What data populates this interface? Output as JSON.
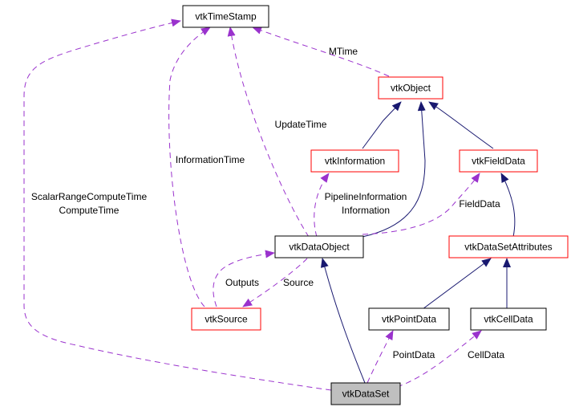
{
  "colors": {
    "internal_border": "#ff0000",
    "external_border": "#000000",
    "focus_fill": "#bfbfbf",
    "inherit_edge": "#191970",
    "usage_edge": "#9a32cd"
  },
  "nodes": {
    "timestamp": {
      "label": "vtkTimeStamp",
      "style": "external"
    },
    "object": {
      "label": "vtkObject",
      "style": "internal"
    },
    "information": {
      "label": "vtkInformation",
      "style": "internal"
    },
    "fielddata": {
      "label": "vtkFieldData",
      "style": "internal"
    },
    "dataobject": {
      "label": "vtkDataObject",
      "style": "external"
    },
    "dsattributes": {
      "label": "vtkDataSetAttributes",
      "style": "internal"
    },
    "source": {
      "label": "vtkSource",
      "style": "internal"
    },
    "pointdata": {
      "label": "vtkPointData",
      "style": "external"
    },
    "celldata": {
      "label": "vtkCellData",
      "style": "external"
    },
    "dataset": {
      "label": "vtkDataSet",
      "style": "focus"
    }
  },
  "edge_labels": {
    "mtime": "MTime",
    "update_time": "UpdateTime",
    "information_time": "InformationTime",
    "scalar_range_time": "ScalarRangeComputeTime",
    "compute_time": "ComputeTime",
    "pipeline_information": "PipelineInformation",
    "information": "Information",
    "field_data": "FieldData",
    "outputs": "Outputs",
    "source": "Source",
    "point_data": "PointData",
    "cell_data": "CellData"
  }
}
